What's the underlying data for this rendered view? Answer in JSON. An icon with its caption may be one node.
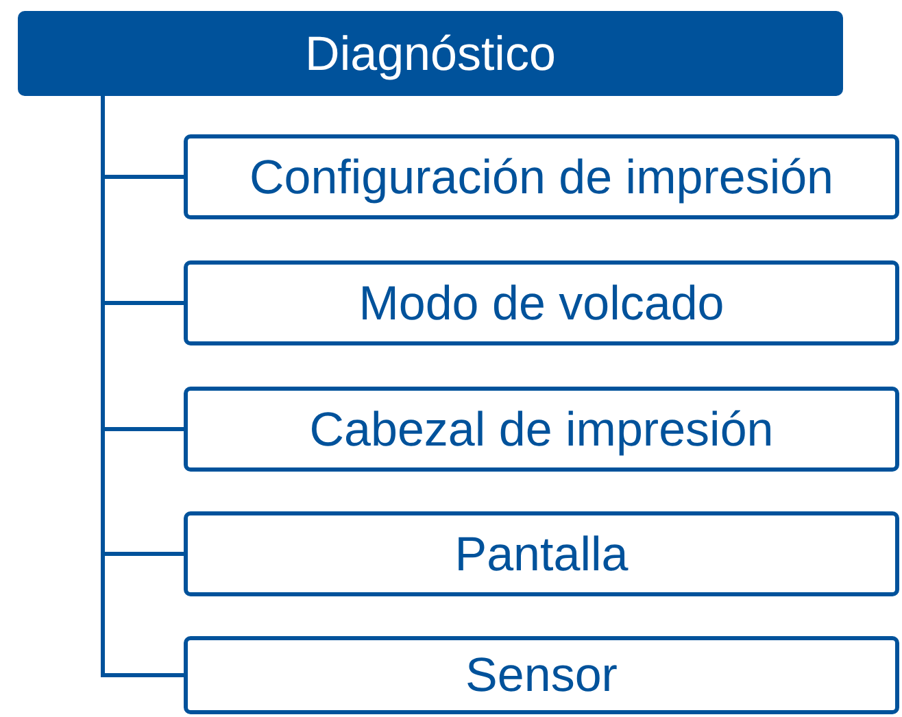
{
  "diagram": {
    "nodes": [
      {
        "text": [
          "Diagnóstico"
        ]
      },
      {
        "text": [
          "Configuración de impresión"
        ]
      },
      {
        "text": [
          "Modo de volcado"
        ]
      },
      {
        "text": [
          "Cabezal de impresión"
        ]
      },
      {
        "text": [
          "Pantalla"
        ]
      },
      {
        "text": [
          "Sensor"
        ]
      }
    ],
    "edges": [
      {
        "from": 0,
        "to": 1,
        "arrow": "none"
      },
      {
        "from": 0,
        "to": 2,
        "arrow": "none"
      },
      {
        "from": 0,
        "to": 3,
        "arrow": "none"
      },
      {
        "from": 0,
        "to": 4,
        "arrow": "none"
      },
      {
        "from": 0,
        "to": 5,
        "arrow": "none"
      }
    ]
  }
}
